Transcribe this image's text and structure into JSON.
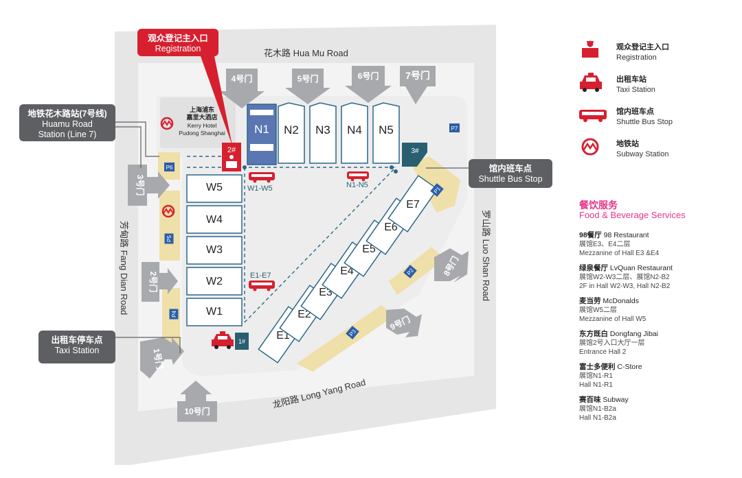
{
  "roads": {
    "hua_mu": "花木路 Hua Mu Road",
    "fang_dian": "芳甸路 Fang Dian Road",
    "luo_shan": "罗山路 Luo Shan Road",
    "long_yang": "龙阳路 Long Yang Road"
  },
  "gates": {
    "g4": "4号门",
    "g5": "5号门",
    "g6": "6号门",
    "g7": "7号门",
    "g3": "3号门",
    "g2": "2号门",
    "g1": "1号门",
    "g10": "10号门",
    "g8": "8号门",
    "g9": "9号门"
  },
  "halls": {
    "N1": "N1",
    "N2": "N2",
    "N3": "N3",
    "N4": "N4",
    "N5": "N5",
    "W1": "W1",
    "W2": "W2",
    "W3": "W3",
    "W4": "W4",
    "W5": "W5",
    "E1": "E1",
    "E2": "E2",
    "E3": "E3",
    "E4": "E4",
    "E5": "E5",
    "E6": "E6",
    "E7": "E7"
  },
  "parking": {
    "P1": "P1",
    "P2": "P2",
    "P3": "P3",
    "P4": "P4",
    "P5": "P5",
    "P6": "P6",
    "P7": "P7"
  },
  "entrances": {
    "e1": "1#",
    "e2": "2#",
    "e3": "3#"
  },
  "bus_stops": {
    "w": "W1-W5",
    "n": "N1-N5",
    "e": "E1-E7"
  },
  "hotel": {
    "zh1": "上海浦东",
    "zh2": "嘉里大酒店",
    "en1": "Kerry Hotel",
    "en2": "Pudong Shanghai"
  },
  "callouts": {
    "registration": {
      "zh": "观众登记主入口",
      "en": "Registration"
    },
    "subway": {
      "zh": "地铁花木路站(7号线)",
      "en1": "Huamu Road",
      "en2": "Station (Line 7)"
    },
    "shuttle": {
      "zh": "馆内班车点",
      "en": "Shuttle Bus Stop"
    },
    "taxi": {
      "zh": "出租车停车点",
      "en": "Taxi Station"
    }
  },
  "legend": [
    {
      "icon": "registration-icon",
      "zh": "观众登记主入口",
      "en": "Registration"
    },
    {
      "icon": "taxi-icon",
      "zh": "出租车站",
      "en": "Taxi Station"
    },
    {
      "icon": "shuttle-bus-icon",
      "zh": "馆内班车点",
      "en": "Shuttle Bus Stop"
    },
    {
      "icon": "subway-icon",
      "zh": "地铁站",
      "en": "Subway Station"
    }
  ],
  "food": {
    "title": "餐饮服务",
    "subtitle": "Food & Beverage Services",
    "items": [
      {
        "zh": "98餐厅",
        "en": " 98 Restaurant",
        "lines": [
          "展馆E3、E4二层",
          "Mezzanine of Hall E3 &E4"
        ]
      },
      {
        "zh": "绿泉餐厅",
        "en": " LvQuan Restaurant",
        "lines": [
          "展馆W2-W3二层、展馆N2-B2",
          "2F in Hall W2-W3, Hall N2-B2"
        ]
      },
      {
        "zh": "麦当劳",
        "en": " McDonalds",
        "lines": [
          "展馆W5二层",
          "Mezzanine of Hall W5"
        ]
      },
      {
        "zh": "东方既白",
        "en": " Dongfang Jibai",
        "lines": [
          "展馆2号入口大厅一层",
          "Entrance Hall 2"
        ]
      },
      {
        "zh": "富士多便利",
        "en": " C-Store",
        "lines": [
          "展馆N1-R1",
          "Hall N1-R1"
        ]
      },
      {
        "zh": "赛百味",
        "en": " Subway",
        "lines": [
          "展馆N1-B2a",
          "Hall N1-B2a"
        ]
      }
    ]
  },
  "colors": {
    "accent_red": "#d6202f",
    "pink": "#e5358b",
    "callout_gray": "#5d5f62",
    "road_gray": "#e6e6e6",
    "parking_tan": "#efdfa8",
    "hall_border": "#2a6688",
    "teal": "#2a5f72",
    "gate_gray": "#a7a9ac"
  }
}
